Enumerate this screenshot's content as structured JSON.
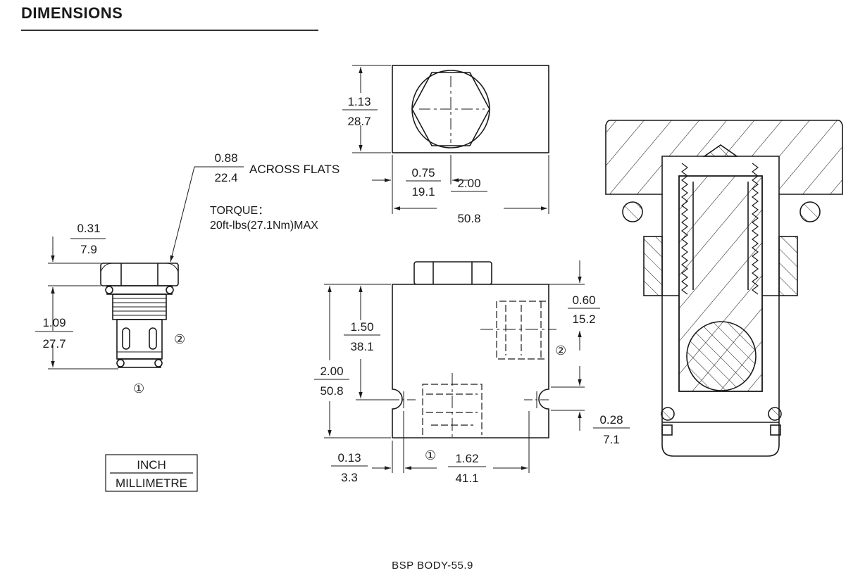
{
  "title": "DIMENSIONS",
  "cartridge": {
    "flats_in": "0.88",
    "flats_mm": "22.4",
    "flats_label": "ACROSS FLATS",
    "torque_label": "TORQUE：",
    "torque_value": "20ft-lbs(27.1Nm)MAX",
    "hex_h_in": "0.31",
    "hex_h_mm": "7.9",
    "body_len_in": "1.09",
    "body_len_mm": "27.7",
    "port1": "①",
    "port2": "②"
  },
  "top_view": {
    "height_in": "1.13",
    "height_mm": "28.7",
    "offset_in": "0.75",
    "offset_mm": "19.1",
    "width_in": "2.00",
    "width_mm": "50.8"
  },
  "front_view": {
    "total_h_in": "2.00",
    "total_h_mm": "50.8",
    "cav_h_in": "1.50",
    "cav_h_mm": "38.1",
    "port2_in": "0.60",
    "port2_mm": "15.2",
    "mount_in": "0.28",
    "mount_mm": "7.1",
    "edge_in": "0.13",
    "edge_mm": "3.3",
    "holes_in": "1.62",
    "holes_mm": "41.1",
    "port1": "①",
    "port2": "②"
  },
  "legend": {
    "top": "INCH",
    "bottom": "MILLIMETRE"
  },
  "footer": "BSP BODY-55.9",
  "colors": {
    "line": "#1a1a1a",
    "background": "#ffffff"
  }
}
